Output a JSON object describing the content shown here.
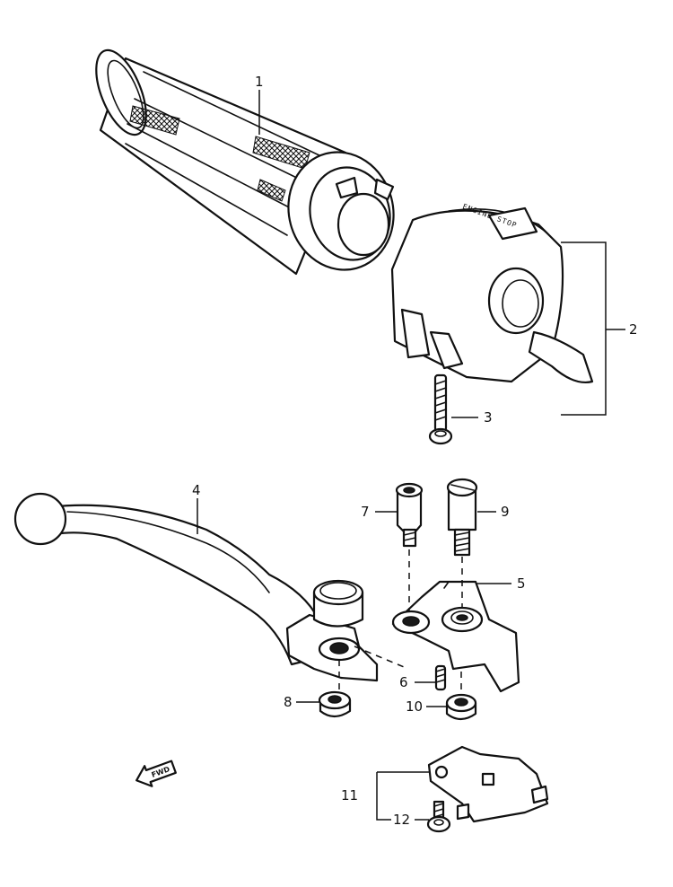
{
  "callouts": [
    {
      "id": "1",
      "label": "1"
    },
    {
      "id": "2",
      "label": "2"
    },
    {
      "id": "3",
      "label": "3"
    },
    {
      "id": "4",
      "label": "4"
    },
    {
      "id": "5",
      "label": "5"
    },
    {
      "id": "6",
      "label": "6"
    },
    {
      "id": "7",
      "label": "7"
    },
    {
      "id": "8",
      "label": "8"
    },
    {
      "id": "9",
      "label": "9"
    },
    {
      "id": "10",
      "label": "10"
    },
    {
      "id": "11",
      "label": "11"
    },
    {
      "id": "12",
      "label": "12"
    }
  ],
  "switch_housing": {
    "embossed_text": "ENGINE STOP"
  },
  "direction_arrow": {
    "label": "FWD"
  }
}
